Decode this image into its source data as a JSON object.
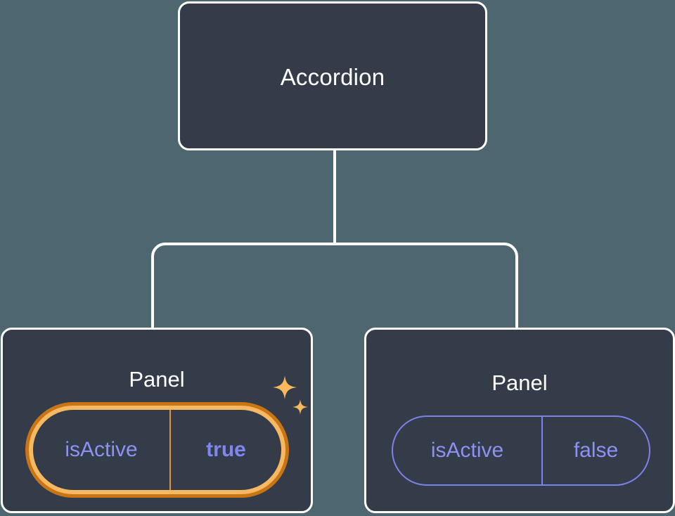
{
  "canvas": {
    "background_color": "#4d6670",
    "node_fill_color": "#343b49",
    "node_border_color": "#ffffff",
    "connector_color": "#ffffff"
  },
  "tree": {
    "root": {
      "label": "Accordion",
      "title_color": "#ffffff"
    },
    "children": [
      {
        "label": "Panel",
        "state": "highlighted",
        "highlight_outer_color": "#c87516",
        "highlight_inner_color": "#f7b862",
        "prop": {
          "key": "isActive",
          "value": "true",
          "key_color": "#8d92f2",
          "value_color": "#8086ef",
          "value_weight": "bold",
          "divider_color": "#d9963f"
        },
        "decoration": {
          "icon": "sparkles-icon",
          "color": "#f9b95c",
          "star_count": 2
        }
      },
      {
        "label": "Panel",
        "state": "default",
        "prop": {
          "key": "isActive",
          "value": "false",
          "key_color": "#8d92f2",
          "value_color": "#8d92f2",
          "value_weight": "normal",
          "border_color": "#7b82e8",
          "divider_color": "#7b82e8"
        }
      }
    ]
  }
}
